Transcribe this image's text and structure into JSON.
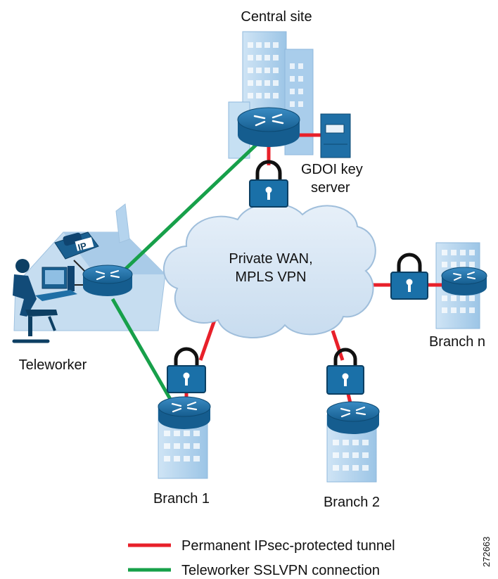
{
  "labels": {
    "central_site": "Central site",
    "gdoi_line1": "GDOI key",
    "gdoi_line2": "server",
    "wan_line1": "Private WAN,",
    "wan_line2": "MPLS VPN",
    "teleworker": "Teleworker",
    "branch_1": "Branch 1",
    "branch_2": "Branch 2",
    "branch_n": "Branch n",
    "phone_ip": "IP",
    "figure_id": "272663"
  },
  "legend": [
    {
      "label": "Permanent IPsec-protected tunnel",
      "color": "#e8202a"
    },
    {
      "label": "Teleworker SSLVPN connection",
      "color": "#17a04a"
    }
  ],
  "colors": {
    "ipsec": "#e8202a",
    "sslvpn": "#17a04a",
    "building": "#b7d7ef",
    "router": "#1f6fa6",
    "lock": "#1a70a8",
    "cloud": "#d9e8f5"
  }
}
